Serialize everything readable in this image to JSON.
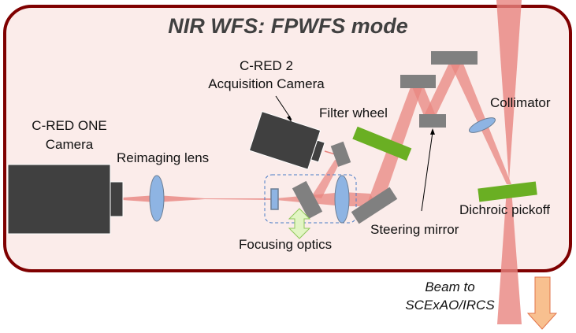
{
  "title": "NIR WFS: FPWFS mode",
  "labels": {
    "cred_one_line1": "C-RED ONE",
    "cred_one_line2": "Camera",
    "reimaging_lens": "Reimaging lens",
    "cred2_line1": "C-RED 2",
    "cred2_line2": "Acquisition Camera",
    "filter_wheel": "Filter wheel",
    "collimator": "Collimator",
    "dichroic_pickoff": "Dichroic pickoff",
    "steering_mirror": "Steering mirror",
    "focusing_optics": "Focusing optics",
    "beam_line1": "Beam to",
    "beam_line2": "SCExAO/IRCS"
  },
  "colors": {
    "frame_border": "#7f0000",
    "frame_fill": "#fbecea",
    "beam": "#e8857f",
    "camera": "#404040",
    "mirror": "#808080",
    "lens": "#8eb4e3",
    "filter": "#6aaf23",
    "output_arrow": "#f8c08f",
    "focus_arrow": "#e2f5c4"
  }
}
